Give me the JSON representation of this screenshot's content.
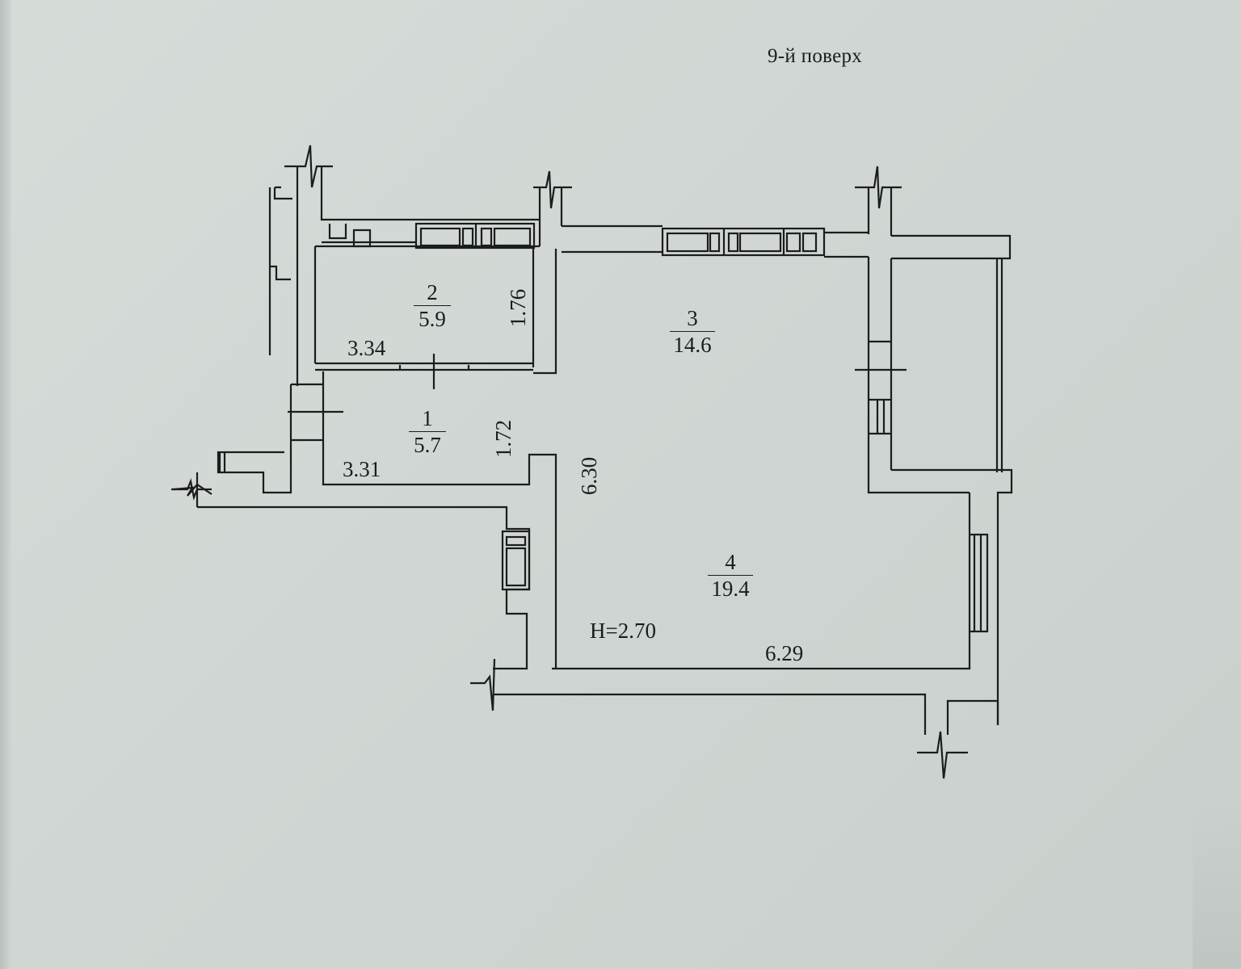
{
  "header": {
    "floor_label": "9-й поверх"
  },
  "plan": {
    "ceiling_height": "H=2.70",
    "rooms": [
      {
        "number": "1",
        "area": "5.7"
      },
      {
        "number": "2",
        "area": "5.9"
      },
      {
        "number": "3",
        "area": "14.6"
      },
      {
        "number": "4",
        "area": "19.4"
      }
    ],
    "dimensions": {
      "room2_width": "3.34",
      "room2_depth": "1.76",
      "room1_width": "3.31",
      "room1_depth": "1.72",
      "room4_length": "6.30",
      "room4_width": "6.29"
    }
  },
  "colors": {
    "paper": "#d3d9d6",
    "ink": "#1c1c1c"
  }
}
